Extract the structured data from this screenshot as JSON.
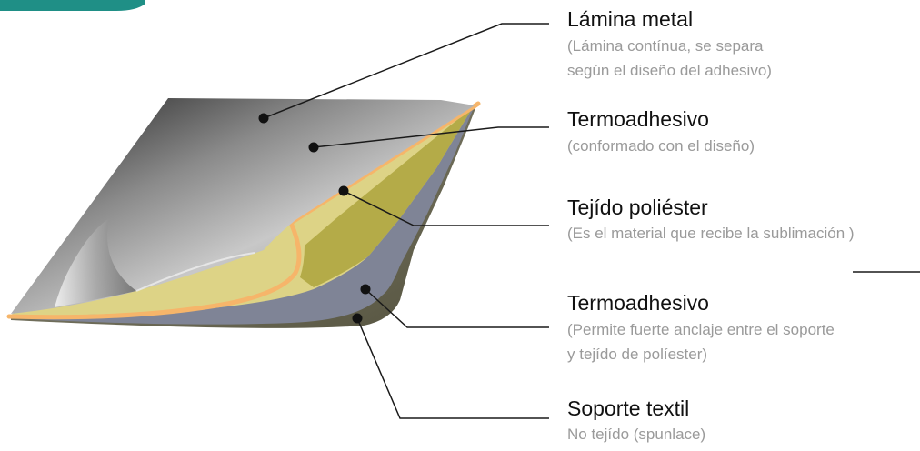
{
  "layers": [
    {
      "title": "Lámina metal",
      "description": [
        "(Lámina contínua, se separa",
        "según el diseño del adhesivo)"
      ]
    },
    {
      "title": "Termoadhesivo",
      "description": [
        "(conformado con el diseño)"
      ]
    },
    {
      "title": "Tejído poliéster",
      "description": [
        "(Es el material que recibe la sublimación )"
      ]
    },
    {
      "title": "Termoadhesivo",
      "description": [
        "(Permite fuerte anclaje entre el soporte",
        "y tejído de políester)"
      ]
    },
    {
      "title": "Soporte textil",
      "description": [
        "No tejído (spunlace)"
      ]
    }
  ],
  "colors": {
    "metal_light": "#f2f2f2",
    "metal_dark": "#2a2a2a",
    "thermo_adhesive_top": "#f6b56a",
    "fabric": "#ddd386",
    "fabric_shadow": "#a9a13c",
    "thermo_adhesive_bottom": "#7f8496",
    "textile_support": "#75735e",
    "header_tab": "#1f8f86",
    "leader_lines": "#1a1a1a"
  }
}
